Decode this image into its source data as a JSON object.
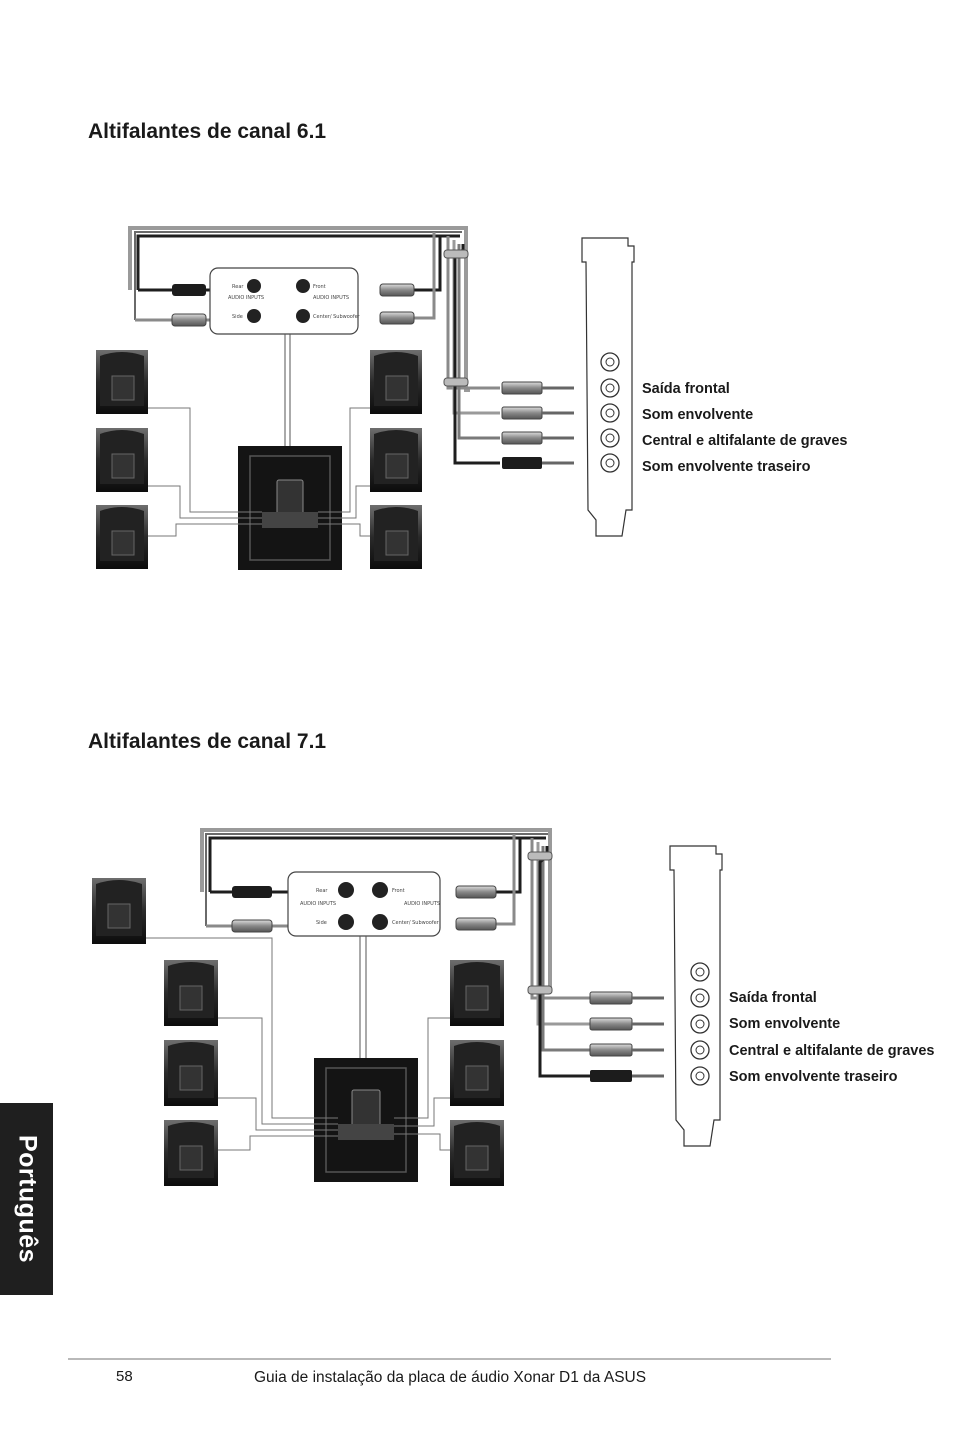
{
  "section1": {
    "title": "Altifalantes de canal 6.1",
    "card_labels": [
      "Saída frontal",
      "Som envolvente",
      "Central e altifalante de graves",
      "Som envolvente traseiro"
    ],
    "amp_labels": [
      "Rear",
      "AUDIO INPUTS",
      "Side",
      "Front",
      "AUDIO INPUTS",
      "Center/ Subwoofer"
    ]
  },
  "section2": {
    "title": "Altifalantes de canal 7.1",
    "card_labels": [
      "Saída frontal",
      "Som envolvente",
      "Central e altifalante de graves",
      "Som envolvente traseiro"
    ],
    "amp_labels": [
      "Rear",
      "AUDIO INPUTS",
      "Side",
      "Front",
      "AUDIO INPUTS",
      "Center/ Subwoofer"
    ]
  },
  "side_tab": "Português",
  "footer": {
    "page_number": "58",
    "text": "Guia de instalação da placa de áudio Xonar D1 da ASUS"
  }
}
